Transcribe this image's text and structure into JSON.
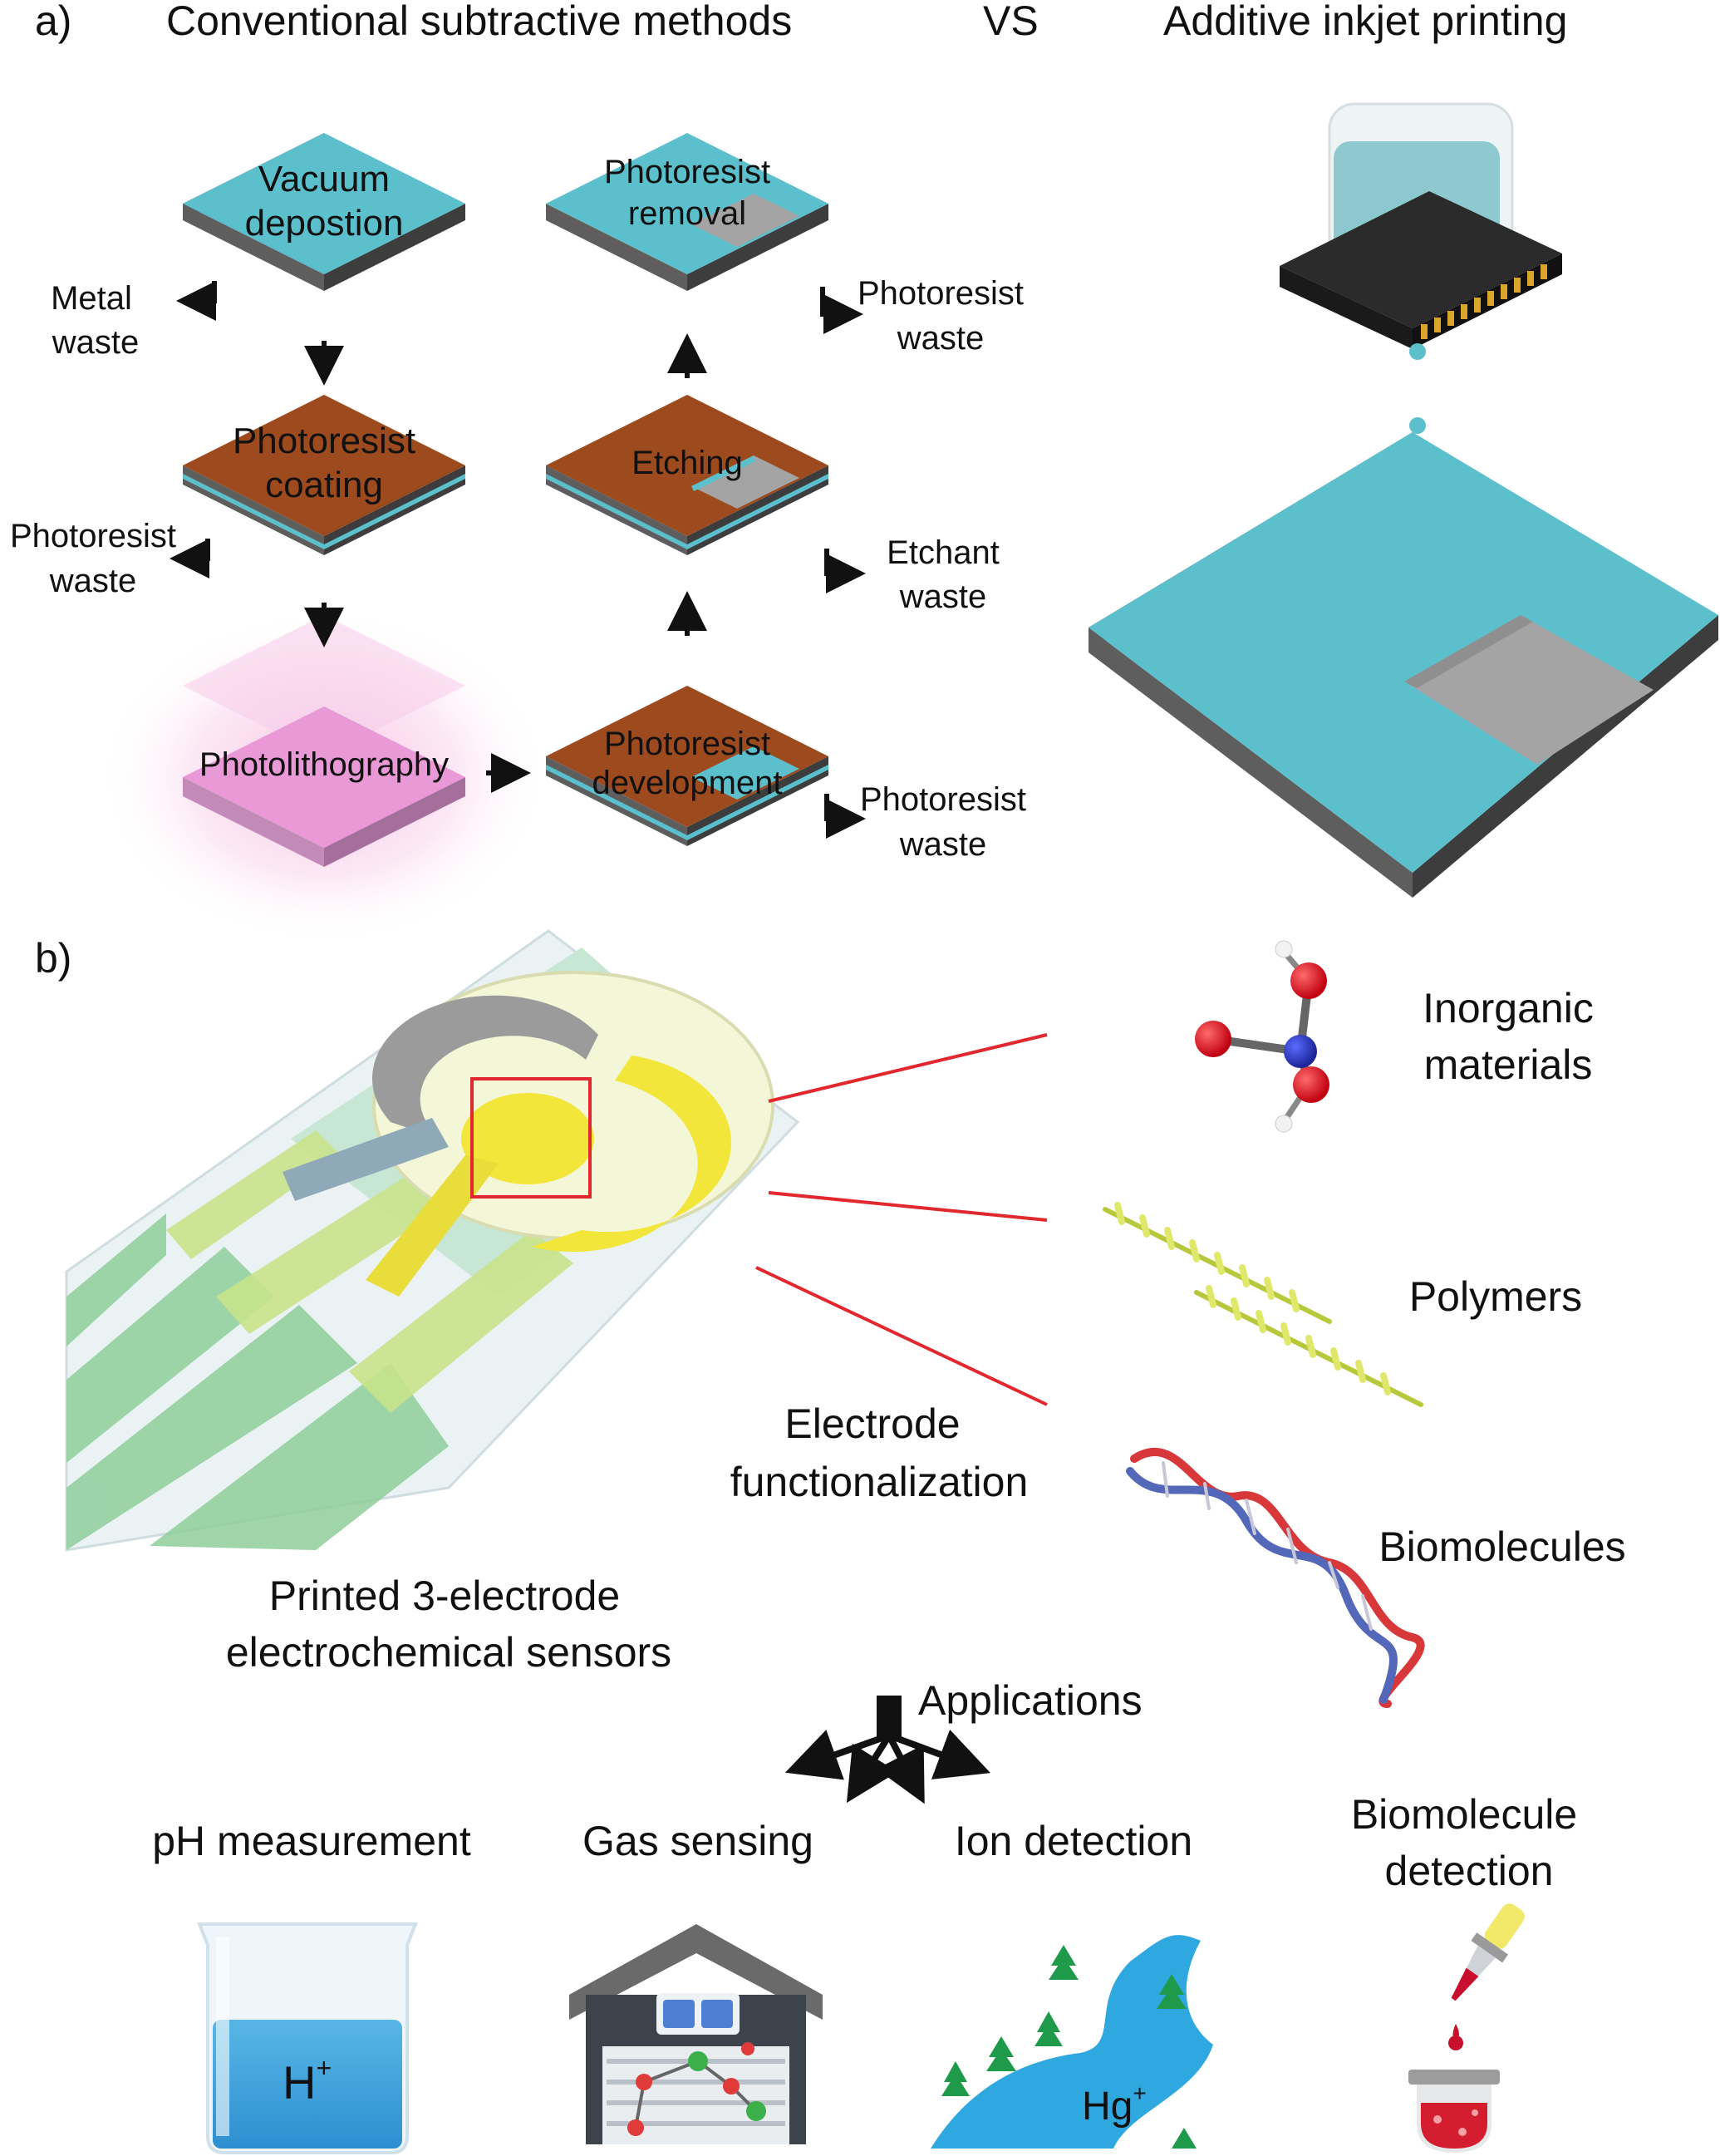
{
  "panel_a": {
    "label": "a)",
    "title_left": "Conventional subtractive methods",
    "title_vs": "VS",
    "title_right": "Additive inkjet printing",
    "steps": {
      "vacuum": [
        "Vacuum",
        "depostion"
      ],
      "coating": [
        "Photoresist",
        "coating"
      ],
      "photolith": "Photolithography",
      "development": [
        "Photoresist",
        "development"
      ],
      "etching": "Etching",
      "removal": [
        "Photoresist",
        "removal"
      ]
    },
    "waste": {
      "metal": [
        "Metal",
        "waste"
      ],
      "coating": [
        "Photoresist",
        "waste"
      ],
      "development": [
        "Photoresist",
        "waste"
      ],
      "etchant": [
        "Etchant",
        "waste"
      ],
      "removal": [
        "Photoresist",
        "waste"
      ]
    }
  },
  "panel_b": {
    "label": "b)",
    "sensor_caption": [
      "Printed 3-electrode",
      "electrochemical sensors"
    ],
    "functionalization": [
      "Electrode",
      "functionalization"
    ],
    "materials": {
      "inorganic": [
        "Inorganic",
        "materials"
      ],
      "polymers": "Polymers",
      "biomolecules": "Biomolecules"
    },
    "applications_label": "Applications",
    "applications": {
      "ph": "pH measurement",
      "gas": "Gas sensing",
      "ion": "Ion detection",
      "bio": [
        "Biomolecule",
        "detection"
      ]
    },
    "icon_labels": {
      "h_ion": "H",
      "h_sup": "+",
      "hg_ion": "Hg",
      "hg_sup": "+"
    }
  },
  "colors": {
    "cyan": "#5bbfcc",
    "brown": "#9c4a1e",
    "grey": "#a4a4a4",
    "pink": "#e99ad6",
    "yellow": "#f2e63a",
    "green": "#8fce9a",
    "red_line": "#e0282e"
  }
}
